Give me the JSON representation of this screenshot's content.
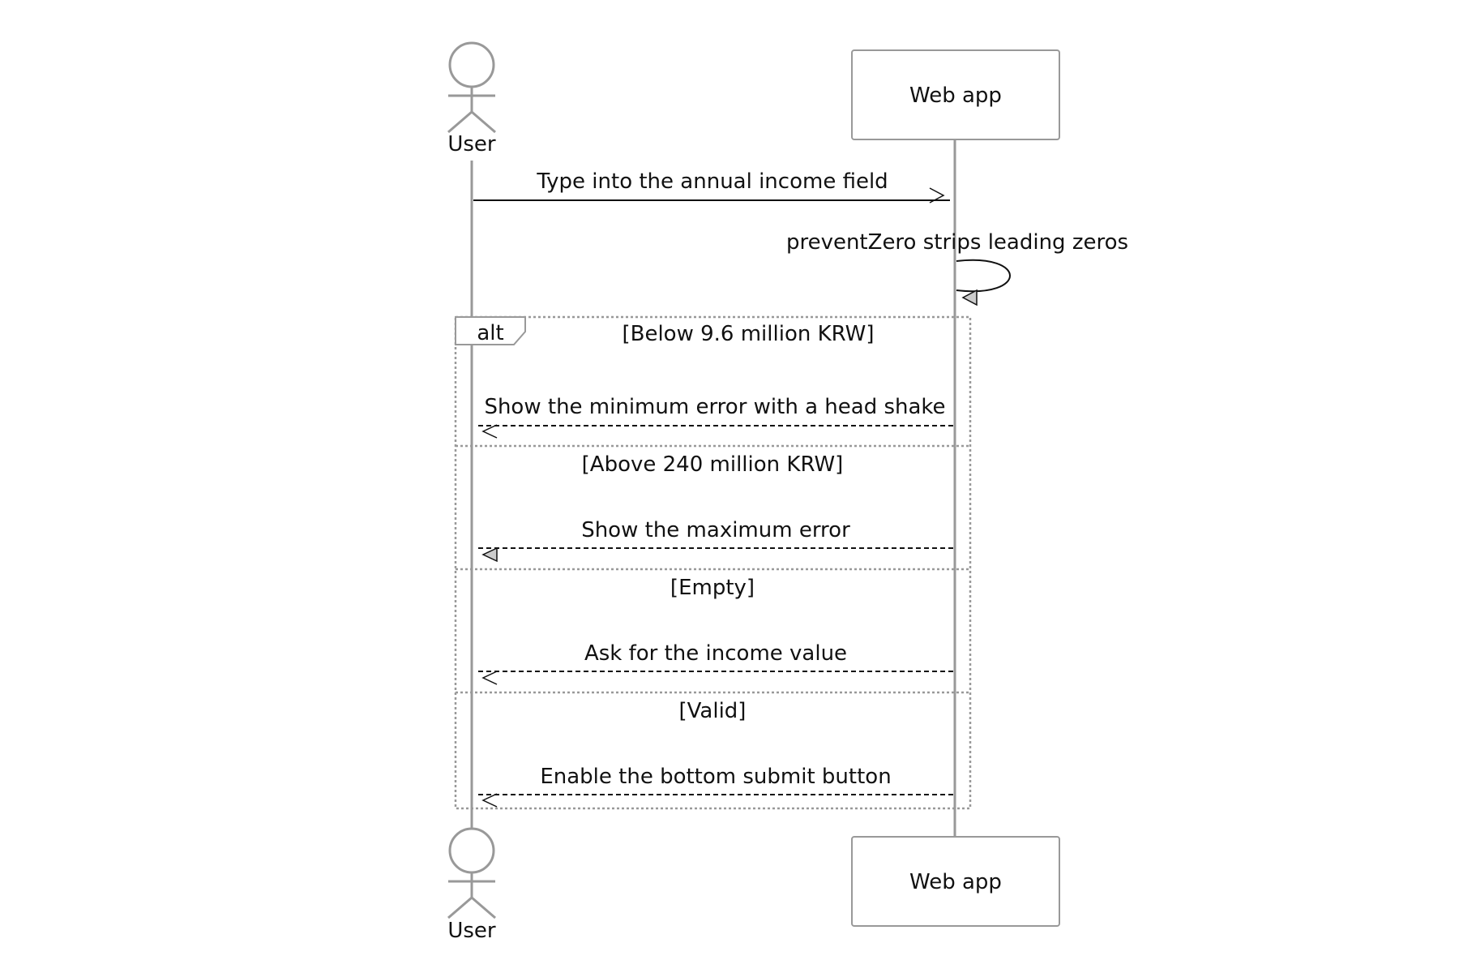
{
  "participants": {
    "user": {
      "label": "User"
    },
    "webapp": {
      "label": "Web app"
    }
  },
  "messages": {
    "m1": {
      "text": "Type into the annual income field"
    },
    "m2": {
      "text": "preventZero strips leading zeros"
    },
    "m3": {
      "text": "Show the minimum error with a head shake"
    },
    "m4": {
      "text": "Show the maximum error"
    },
    "m5": {
      "text": "Ask for the income value"
    },
    "m6": {
      "text": "Enable the bottom submit button"
    }
  },
  "alt_block": {
    "keyword": "alt",
    "conditions": {
      "c1": "[Below 9.6 million KRW]",
      "c2": "[Above 240 million KRW]",
      "c3": "[Empty]",
      "c4": "[Valid]"
    }
  },
  "colors": {
    "lifeline": "#999999",
    "actor": "#999999",
    "box_border": "#999999",
    "message_line": "#111111",
    "frame": "#999999"
  }
}
